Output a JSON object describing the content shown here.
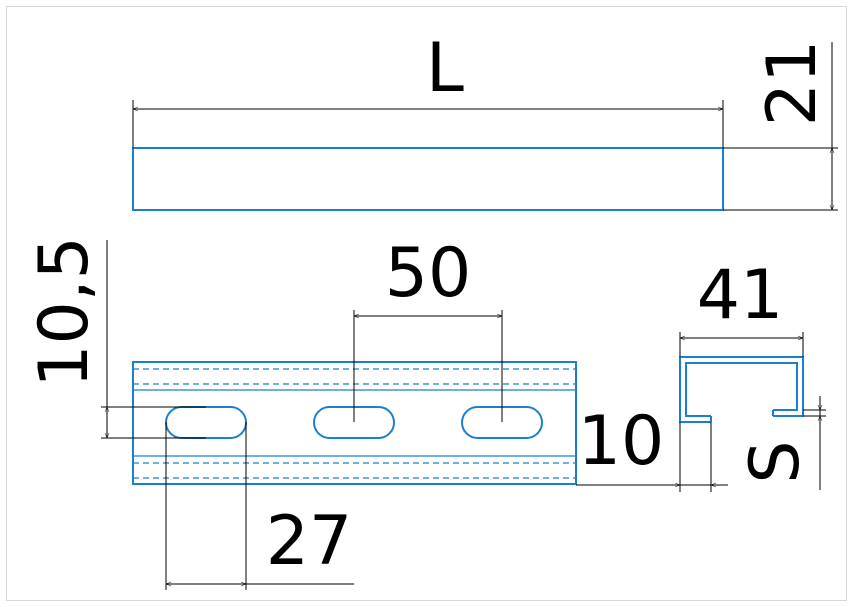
{
  "colors": {
    "part": "#1a7fd4",
    "dimension": "#000000",
    "frame": "#d9d9d9"
  },
  "dimensions": {
    "length": "L",
    "height": "21",
    "half_width": "10,5",
    "pitch": "50",
    "slot_width": "10",
    "slot_length": "27",
    "profile_width": "41",
    "thickness": "S"
  }
}
